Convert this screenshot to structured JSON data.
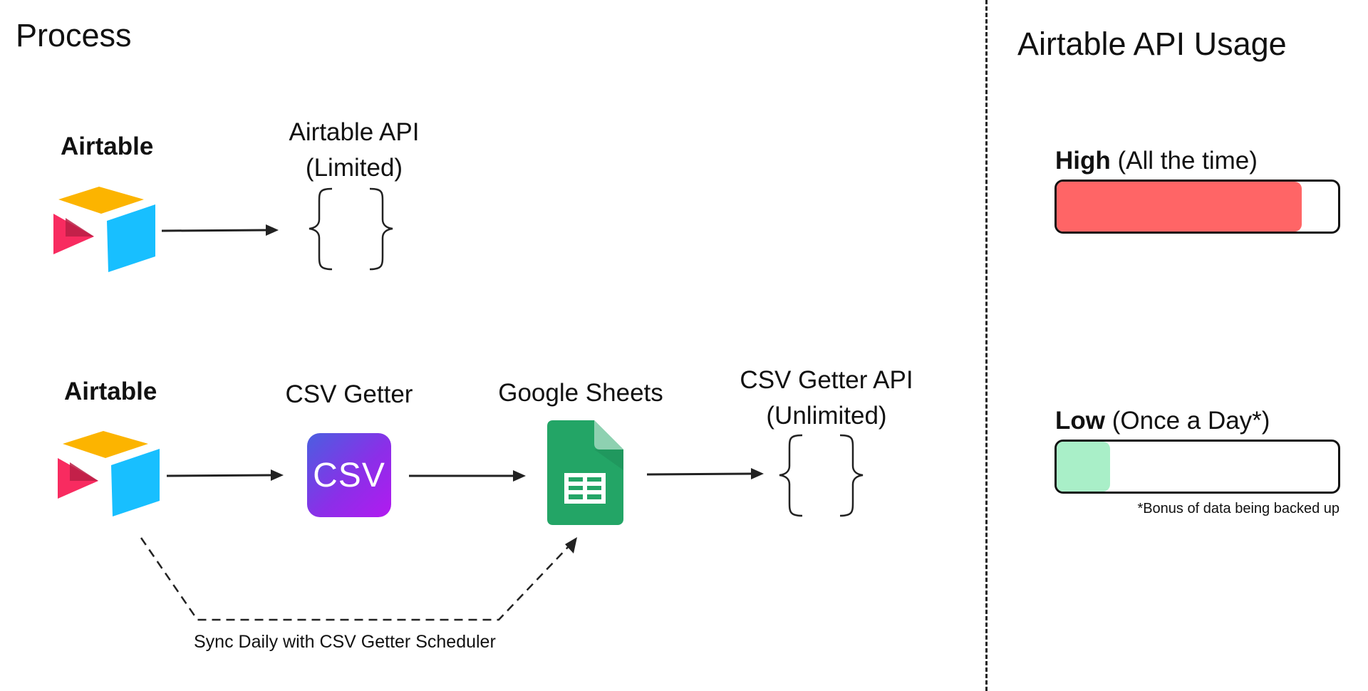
{
  "process": {
    "title": "Process",
    "flow1": {
      "source_label": "Airtable",
      "target_line1": "Airtable API",
      "target_line2": "(Limited)"
    },
    "flow2": {
      "source_label": "Airtable",
      "csv_getter_label": "CSV Getter",
      "csv_icon_text": "CSV",
      "google_sheets_label": "Google Sheets",
      "target_line1": "CSV Getter API",
      "target_line2": "(Unlimited)",
      "sync_label": "Sync Daily with CSV Getter Scheduler"
    }
  },
  "usage": {
    "title": "Airtable API Usage",
    "high": {
      "bold": "High",
      "detail": "(All the time)",
      "level": 0.87,
      "color": "#ff6566"
    },
    "low": {
      "bold": "Low",
      "detail": "(Once a Day*)",
      "level": 0.19,
      "color": "#a9efc8"
    },
    "footnote": "*Bonus of data being backed up"
  },
  "colors": {
    "airtable_yellow": "#fcb400",
    "airtable_red": "#f82b60",
    "airtable_blue": "#18bfff",
    "sheets_green": "#23a566"
  },
  "icons": [
    "airtable-logo-icon",
    "csv-getter-icon",
    "google-sheets-icon",
    "curly-braces-icon",
    "arrow-right-icon"
  ]
}
